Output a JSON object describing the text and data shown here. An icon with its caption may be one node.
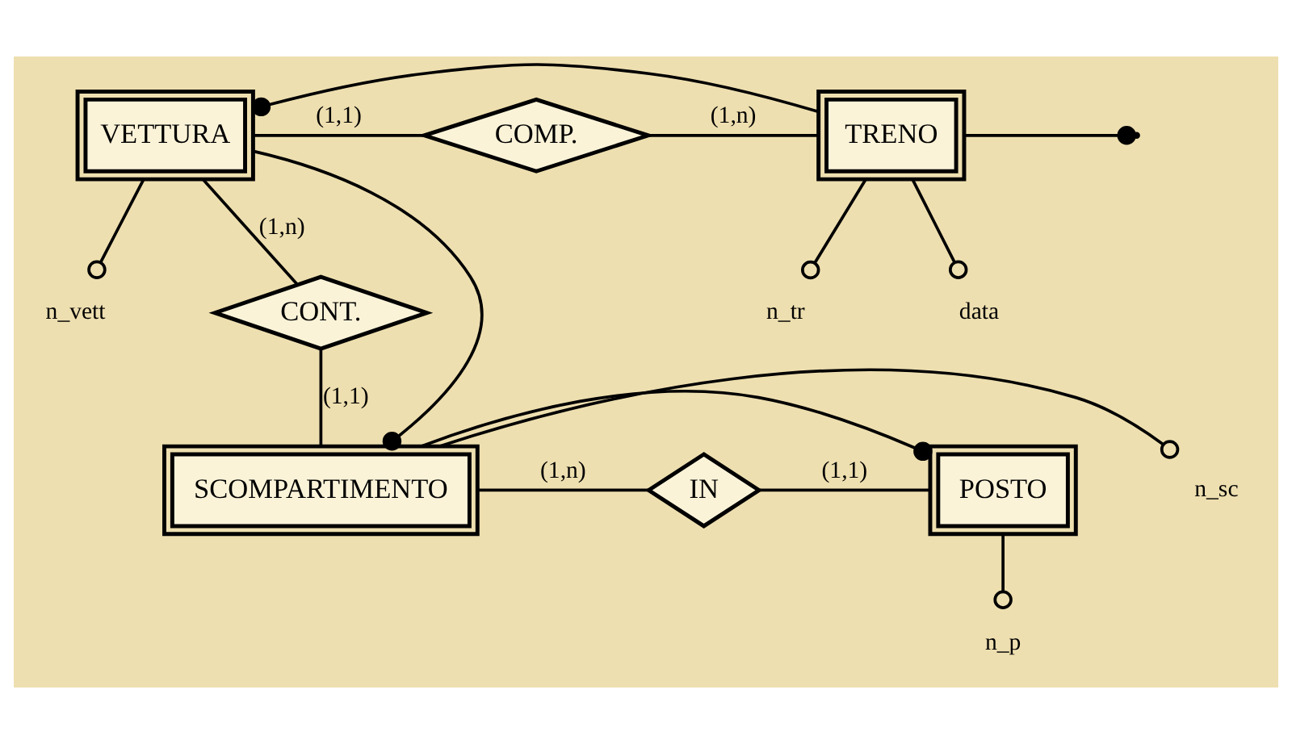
{
  "diagram": {
    "nodes": [
      {
        "text": [
          "VETTURA"
        ]
      },
      {
        "text": [
          "COMP."
        ]
      },
      {
        "text": [
          "TRENO"
        ]
      },
      {
        "text": [
          "n_vett"
        ]
      },
      {
        "text": [
          "n_tr"
        ]
      },
      {
        "text": [
          "data"
        ]
      },
      {
        "text": [
          "CONT."
        ]
      },
      {
        "text": [
          "SCOMPARTIMENTO"
        ]
      },
      {
        "text": [
          "n_sc"
        ]
      },
      {
        "text": [
          "IN"
        ]
      },
      {
        "text": [
          "POSTO"
        ]
      },
      {
        "text": [
          "n_p"
        ]
      }
    ],
    "edges": [
      {
        "from": 0,
        "to": 1,
        "arrow": "none",
        "label": "(1,1)"
      },
      {
        "from": 1,
        "to": 2,
        "arrow": "none",
        "label": "(1,n)"
      },
      {
        "from": 0,
        "to": 6,
        "arrow": "none",
        "label": "(1,n)"
      },
      {
        "from": 6,
        "to": 7,
        "arrow": "none",
        "label": "(1,1)"
      },
      {
        "from": 7,
        "to": 9,
        "arrow": "none",
        "label": "(1,n)"
      },
      {
        "from": 9,
        "to": 10,
        "arrow": "none",
        "label": "(1,1)"
      },
      {
        "from": 0,
        "to": 3,
        "arrow": "other"
      },
      {
        "from": 2,
        "to": 4,
        "arrow": "other"
      },
      {
        "from": 2,
        "to": 5,
        "arrow": "other"
      },
      {
        "from": 7,
        "to": 8,
        "arrow": "other"
      },
      {
        "from": 10,
        "to": 11,
        "arrow": "other"
      },
      {
        "from": 2,
        "to": 0,
        "arrow": "other"
      },
      {
        "from": 0,
        "to": 7,
        "arrow": "other"
      },
      {
        "from": 7,
        "to": 10,
        "arrow": "other"
      },
      {
        "from": 2,
        "to": null,
        "arrow": "other"
      }
    ]
  }
}
